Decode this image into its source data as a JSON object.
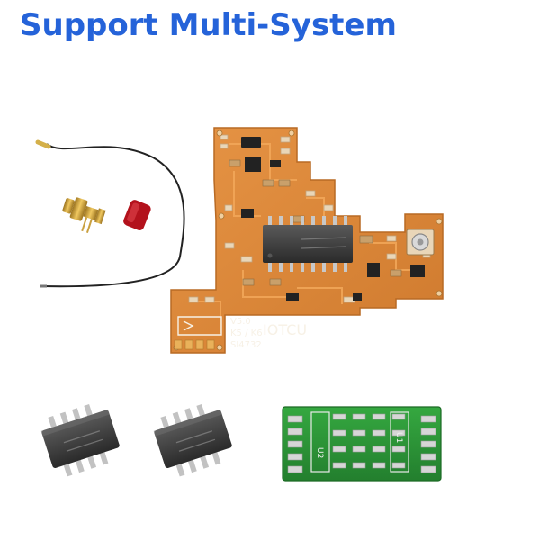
{
  "headline": {
    "text": "Support Multi-System",
    "color": "#2563d9"
  },
  "main_board": {
    "silkscreen": {
      "version": "V5.0",
      "models": "K5 / K6",
      "chip": "SI4732",
      "brand": "IOTCU"
    },
    "board_color": "#e08a3a",
    "trace_color": "#f3a85a"
  },
  "small_board": {
    "silkscreen": {
      "u1": "U1",
      "u2": "U2"
    },
    "board_color": "#2f9a3a"
  },
  "colors": {
    "chip_body": "#1f1f1f",
    "smd_chip_body": "#2b2b2b",
    "pin_silver": "#bdbdbd",
    "pin_gold": "#d9a93a",
    "cable": "#222222",
    "cap_red": "#b3121c"
  }
}
